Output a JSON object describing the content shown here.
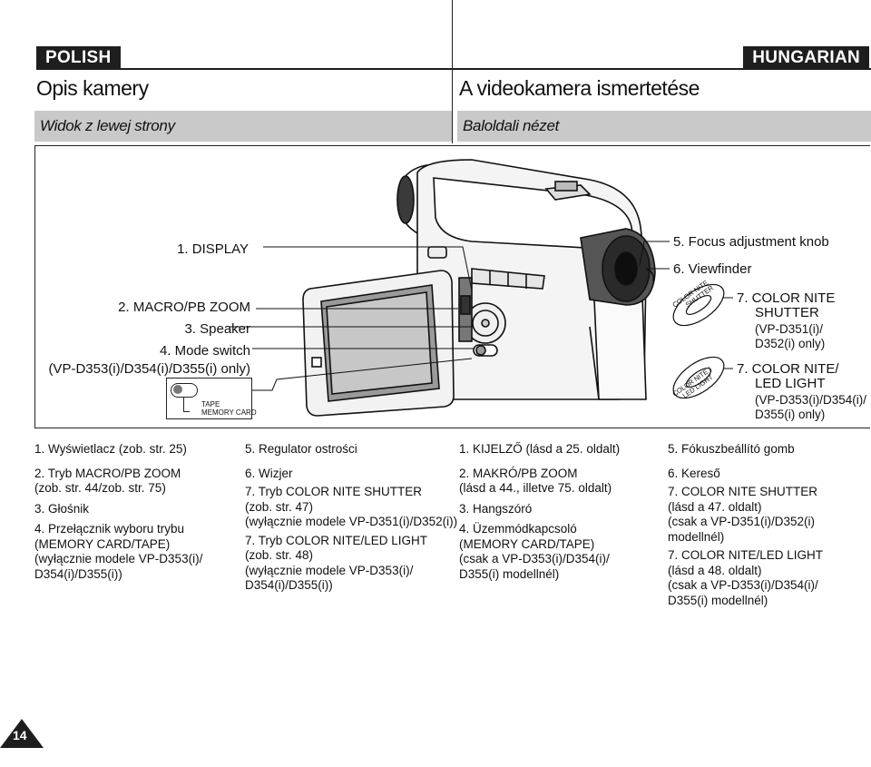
{
  "header": {
    "left_lang": "POLISH",
    "right_lang": "HUNGARIAN",
    "left_title": "Opis kamery",
    "right_title": "A videokamera ismertetése",
    "left_subtitle": "Widok z lewej strony",
    "right_subtitle": "Baloldali nézet"
  },
  "figure": {
    "left_labels": [
      "1. DISPLAY",
      "2. MACRO/PB ZOOM",
      "3. Speaker",
      "4. Mode switch",
      "(VP-D353(i)/D354(i)/D355(i) only)"
    ],
    "switch": {
      "tape": "TAPE",
      "memory": "MEMORY CARD"
    },
    "right_labels": [
      "5. Focus adjustment knob",
      "6. Viewfinder",
      "7. COLOR NITE",
      "SHUTTER",
      "(VP-D351(i)/",
      "D352(i) only)",
      "7. COLOR NITE/",
      "LED LIGHT",
      "(VP-D353(i)/D354(i)/",
      "D355(i) only)"
    ],
    "button1": [
      "COLOR NITE",
      "SHUTTER"
    ],
    "button2": [
      "COLOR NITE /",
      "LED LIGHT"
    ]
  },
  "columns": {
    "col1": [
      "1.  Wyświetlacz (zob. str. 25)",
      "",
      "2.  Tryb MACRO/PB ZOOM",
      "     (zob. str. 44/zob. str. 75)",
      "3.  Głośnik",
      "",
      "4.  Przełącznik wyboru trybu",
      "     (MEMORY CARD/TAPE)",
      "     (wyłącznie modele VP-D353(i)/",
      "     D354(i)/D355(i))"
    ],
    "col2": [
      "5.  Regulator ostrości",
      "",
      "6.  Wizjer",
      "7.  Tryb COLOR NITE SHUTTER",
      "     (zob. str. 47)",
      "     (wyłącznie modele VP-D351(i)/D352(i))",
      "7.  Tryb COLOR NITE/LED LIGHT",
      "     (zob. str. 48)",
      "     (wyłącznie modele VP-D353(i)/",
      "     D354(i)/D355(i))"
    ],
    "col3": [
      "1.  KIJELZŐ (lásd a 25. oldalt)",
      "",
      "2.  MAKRÓ/PB ZOOM",
      "     (lásd a 44., illetve 75. oldalt)",
      "3.  Hangszóró",
      "4.  Üzemmódkapcsoló",
      "     (MEMORY CARD/TAPE)",
      "     (csak a VP-D353(i)/D354(i)/",
      "     D355(i) modellnél)"
    ],
    "col4": [
      "5.  Fókuszbeállító gomb",
      "",
      "6.  Kereső",
      "7.  COLOR NITE SHUTTER",
      "     (lásd a 47. oldalt)",
      "     (csak a VP-D351(i)/D352(i)",
      "     modellnél)",
      "7.  COLOR NITE/LED LIGHT",
      "     (lásd a 48. oldalt)",
      "     (csak a VP-D353(i)/D354(i)/",
      "     D355(i) modellnél)"
    ]
  },
  "page_number": "14"
}
